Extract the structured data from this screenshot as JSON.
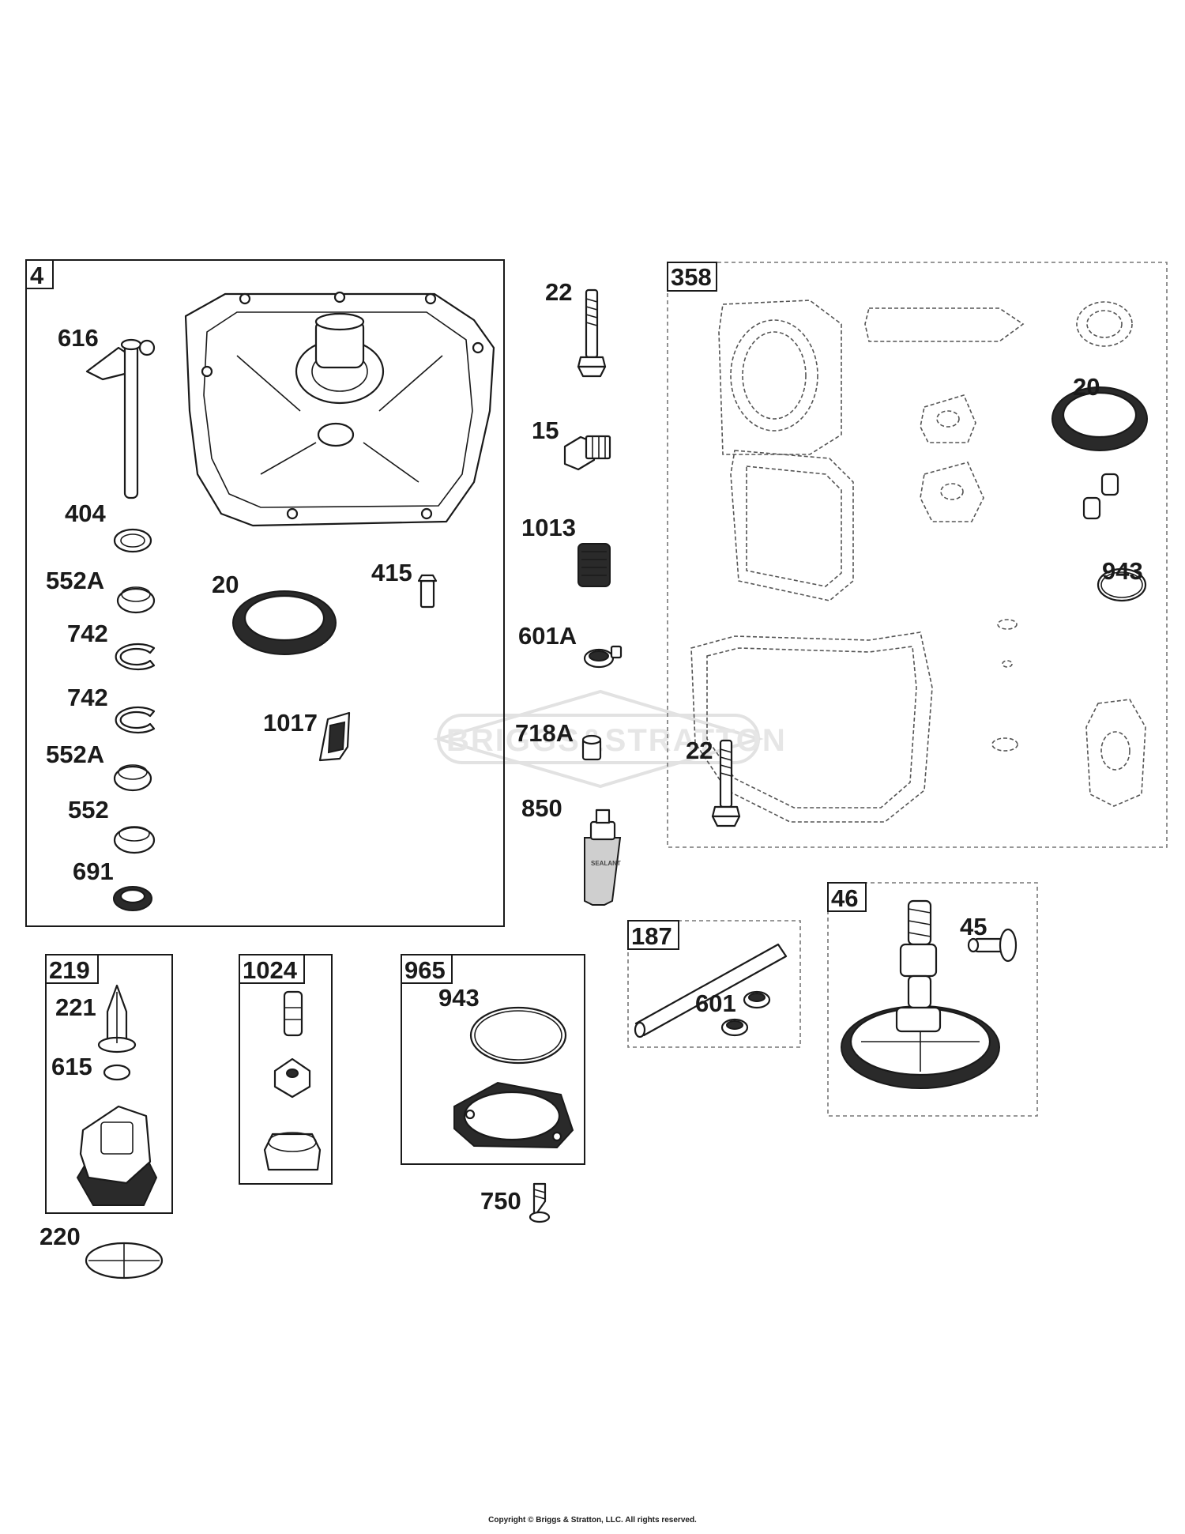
{
  "diagram": {
    "groups": [
      {
        "id": "4",
        "label": "4"
      },
      {
        "id": "358",
        "label": "358"
      },
      {
        "id": "219",
        "label": "219"
      },
      {
        "id": "1024",
        "label": "1024"
      },
      {
        "id": "965",
        "label": "965"
      },
      {
        "id": "187",
        "label": "187"
      },
      {
        "id": "46",
        "label": "46"
      }
    ],
    "callouts": [
      "616",
      "404",
      "552A",
      "742",
      "742",
      "552A",
      "552",
      "691",
      "20",
      "415",
      "1017",
      "22",
      "15",
      "1013",
      "601A",
      "718A",
      "850",
      "20",
      "943",
      "22",
      "221",
      "615",
      "220",
      "943",
      "750",
      "601",
      "45"
    ],
    "watermark": "BRIGGS&STRATTON",
    "tube_label": "SEALANT"
  },
  "footer": {
    "copyright": "Copyright © Briggs & Stratton, LLC. All rights reserved."
  }
}
